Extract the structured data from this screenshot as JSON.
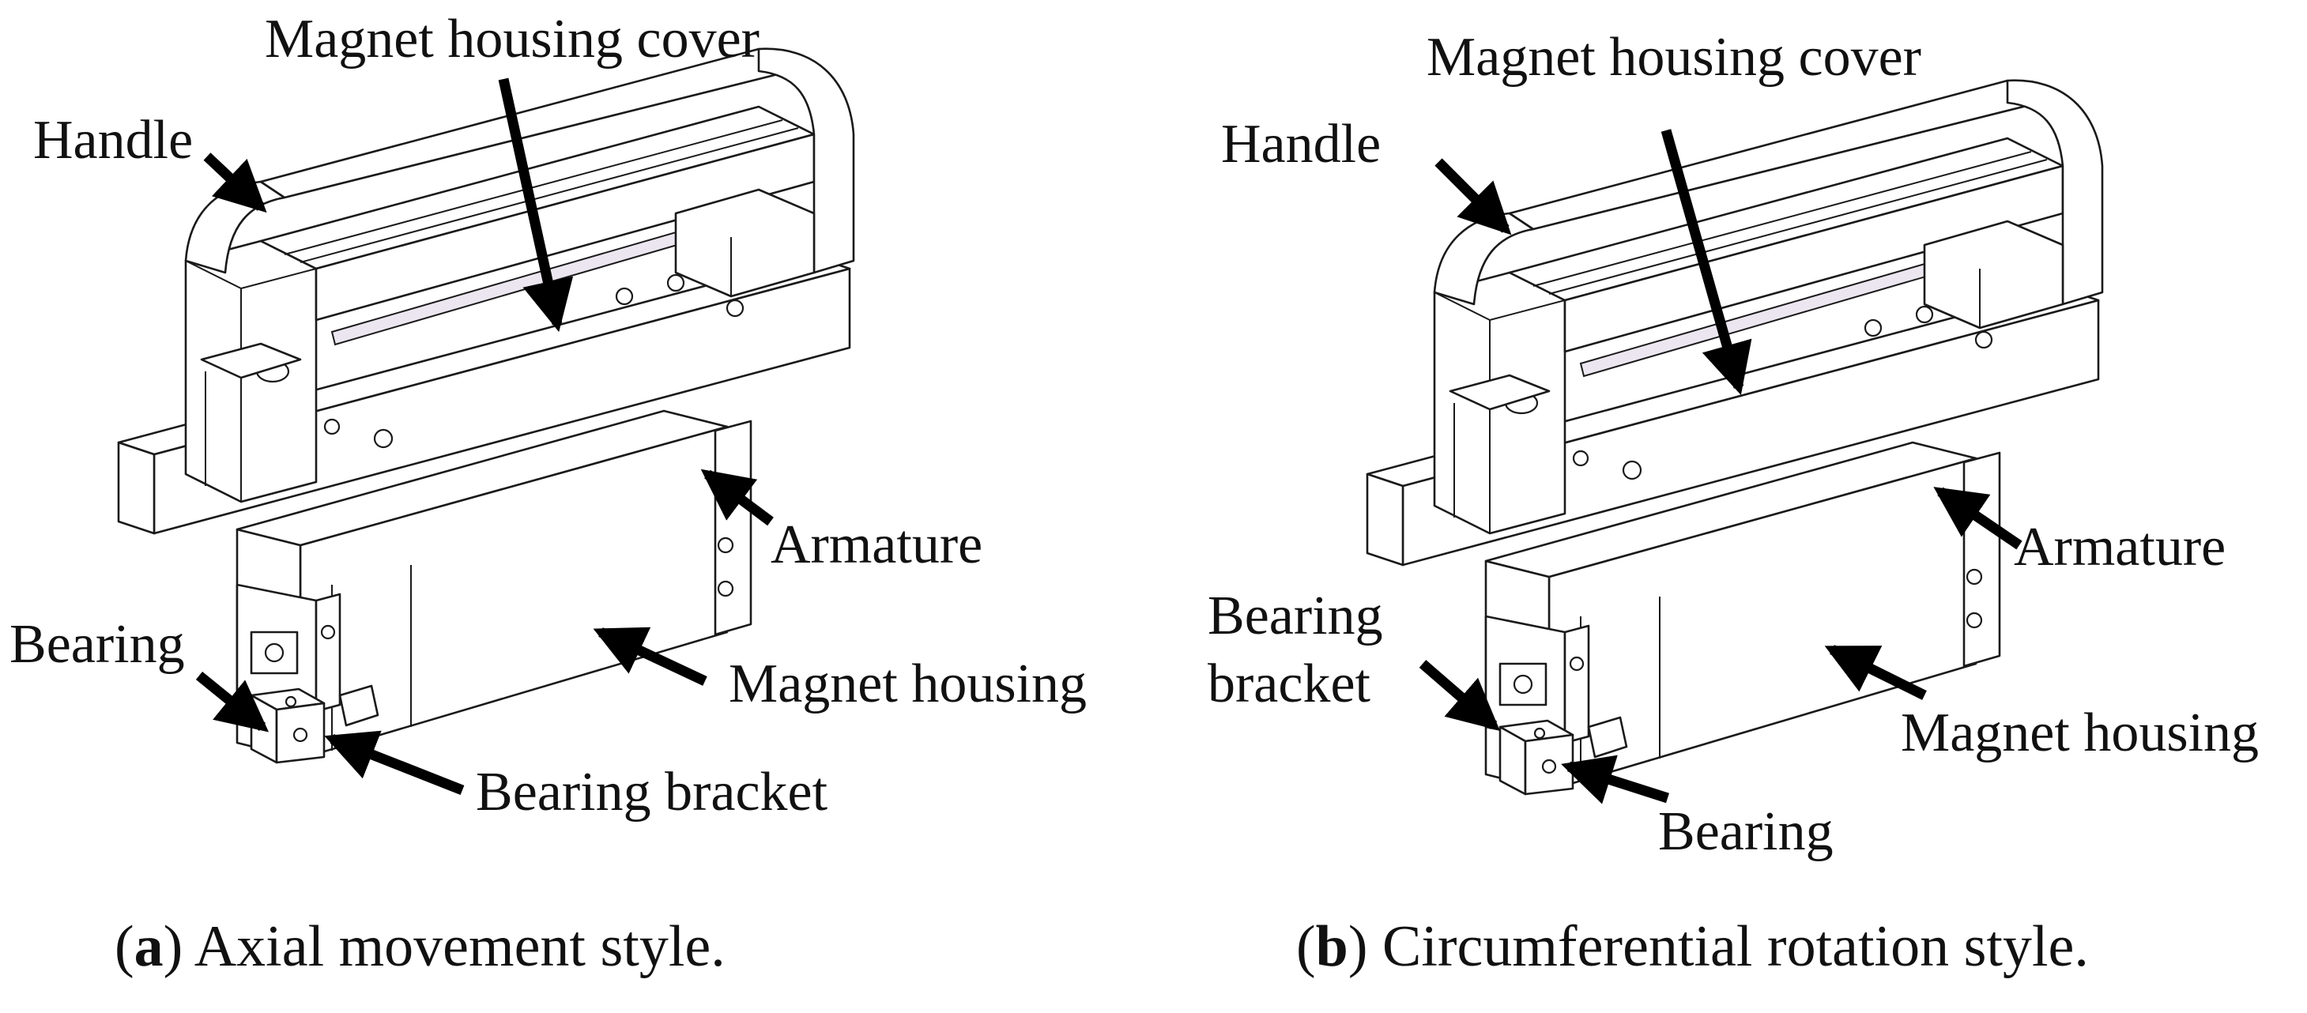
{
  "panels": [
    {
      "id": "a",
      "caption_letter": "a",
      "caption_text": "Axial movement style.",
      "labels": {
        "handle": "Handle",
        "cover": "Magnet housing cover",
        "armature": "Armature",
        "magnet_housing": "Magnet housing",
        "bearing": "Bearing",
        "bearing_bracket": "Bearing bracket"
      }
    },
    {
      "id": "b",
      "caption_letter": "b",
      "caption_text": "Circumferential rotation style.",
      "labels": {
        "handle": "Handle",
        "cover": "Magnet housing cover",
        "armature": "Armature",
        "magnet_housing": "Magnet housing",
        "bearing_bracket_line1": "Bearing",
        "bearing_bracket_line2": "bracket",
        "bearing": "Bearing"
      }
    }
  ]
}
